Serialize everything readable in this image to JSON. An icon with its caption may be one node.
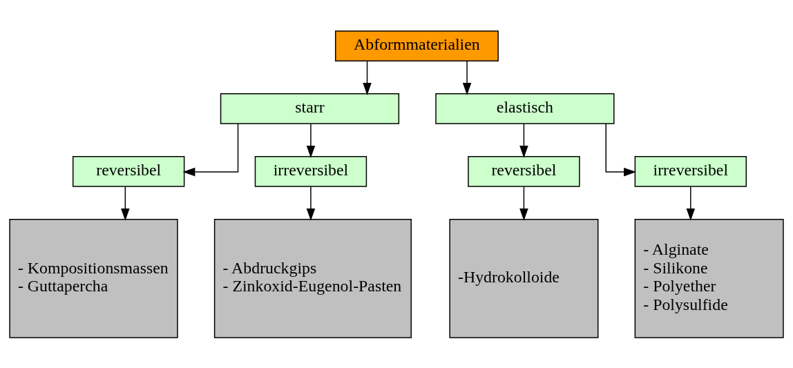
{
  "diagram": {
    "nodes": [
      {
        "text": [
          "Abformmaterialien"
        ]
      },
      {
        "text": [
          "starr"
        ]
      },
      {
        "text": [
          "elastisch"
        ]
      },
      {
        "text": [
          "reversibel"
        ]
      },
      {
        "text": [
          "irreversibel"
        ]
      },
      {
        "text": [
          "reversibel"
        ]
      },
      {
        "text": [
          "irreversibel"
        ]
      },
      {
        "text": [
          "- Kompositionsmassen",
          "- Guttapercha"
        ]
      },
      {
        "text": [
          "- Abdruckgips",
          "- Zinkoxid-Eugenol-Pasten"
        ]
      },
      {
        "text": [
          "-Hydrokolloide"
        ]
      },
      {
        "text": [
          "- Alginate",
          "- Silikone",
          "- Polyether",
          "- Polysulfide"
        ]
      }
    ],
    "edges": [
      {
        "from": 0,
        "to": 1,
        "arrow": "to"
      },
      {
        "from": 0,
        "to": 2,
        "arrow": "to"
      },
      {
        "from": 1,
        "to": 3,
        "arrow": "to"
      },
      {
        "from": 1,
        "to": 4,
        "arrow": "to"
      },
      {
        "from": 2,
        "to": 5,
        "arrow": "to"
      },
      {
        "from": 2,
        "to": 6,
        "arrow": "to"
      },
      {
        "from": 3,
        "to": 7,
        "arrow": "to"
      },
      {
        "from": 4,
        "to": 8,
        "arrow": "to"
      },
      {
        "from": 5,
        "to": 9,
        "arrow": "to"
      },
      {
        "from": 6,
        "to": 10,
        "arrow": "to"
      }
    ]
  }
}
